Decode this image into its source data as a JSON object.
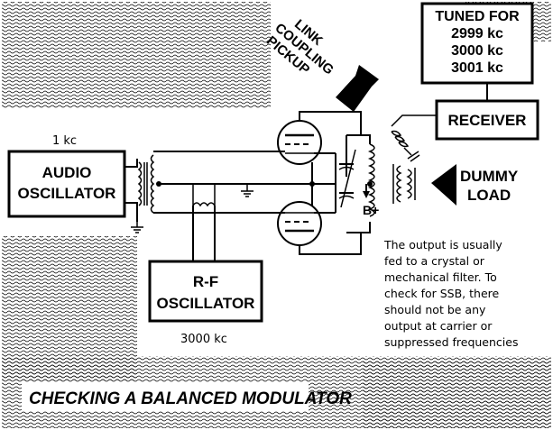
{
  "diagram": {
    "title": "CHECKING A BALANCED MODULATOR",
    "audio_oscillator": {
      "line1": "AUDIO",
      "line2": "OSCILLATOR",
      "freq": "1 kc"
    },
    "rf_oscillator": {
      "line1": "R-F",
      "line2": "OSCILLATOR",
      "freq": "3000 kc"
    },
    "receiver": {
      "label": "RECEIVER"
    },
    "tuned_for": {
      "line1": "TUNED FOR",
      "line2": "2999 kc",
      "line3": "3000 kc",
      "line4": "3001 kc"
    },
    "link_coupling": {
      "line1": "LINK",
      "line2": "COUPLING",
      "line3": "PICKUP"
    },
    "dummy_load": {
      "line1": "DUMMY",
      "line2": "LOAD"
    },
    "bplus": "B+",
    "note": {
      "line1": "The output is usually",
      "line2": "fed to a crystal or",
      "line3": "mechanical filter.  To",
      "line4": "check for SSB, there",
      "line5": "should not be any",
      "line6": "output at carrier or",
      "line7": "suppressed frequencies"
    },
    "colors": {
      "ink": "#000000",
      "paper": "#ffffff"
    }
  }
}
